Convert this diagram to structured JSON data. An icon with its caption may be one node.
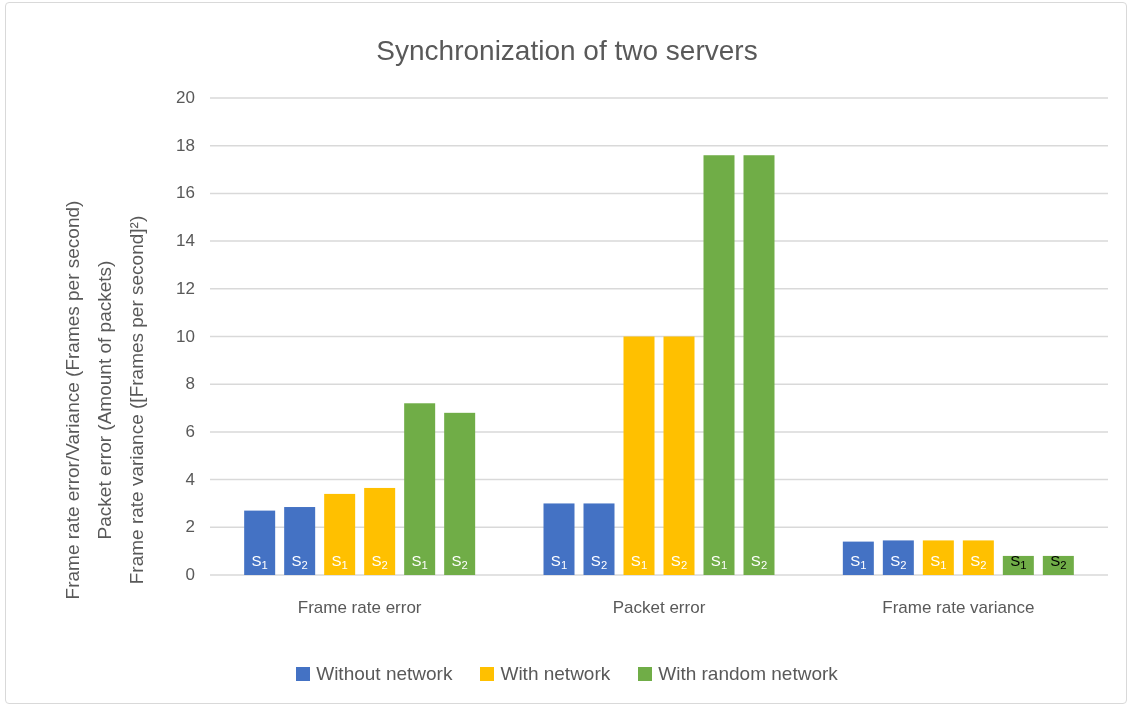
{
  "diagram": {
    "chart_data": {
      "type": "bar",
      "title": "Synchronization of two servers",
      "ylabel": [
        "Frame rate error/Variance (Frames per second)",
        "Packet error (Amount of packets)",
        "Frame rate variance ([Frames per second]²)"
      ],
      "categories": [
        "Frame rate error",
        "Packet error",
        "Frame rate variance"
      ],
      "series": [
        {
          "color": "#4472c4",
          "name": "S$_{1}$",
          "values": [
            2.7,
            3,
            1.4
          ]
        },
        {
          "color": "#4472c4",
          "name": "S$_{2}$",
          "values": [
            2.85,
            3,
            1.45
          ]
        },
        {
          "color": "#ffc000",
          "name": "S$_{1}$",
          "values": [
            3.4,
            10,
            1.45
          ]
        },
        {
          "color": "#ffc000",
          "name": "S$_{2}$",
          "values": [
            3.65,
            10,
            1.45
          ]
        },
        {
          "color": "#70ad47",
          "name": "S$_{1}$",
          "values": [
            7.2,
            17.6,
            0.8
          ]
        },
        {
          "color": "#70ad47",
          "name": "S$_{2}$",
          "values": [
            6.8,
            17.6,
            0.8
          ]
        }
      ],
      "grid": true,
      "ylim": [
        0,
        20
      ],
      "yticks": [
        0,
        2,
        4,
        6,
        8,
        10,
        12,
        14,
        16,
        18,
        20
      ]
    },
    "legend": [
      {
        "text": "Without network",
        "color": "#4472c4"
      },
      {
        "text": "With network",
        "color": "#ffc000"
      },
      {
        "text": "With random network",
        "color": "#70ad47"
      }
    ]
  }
}
